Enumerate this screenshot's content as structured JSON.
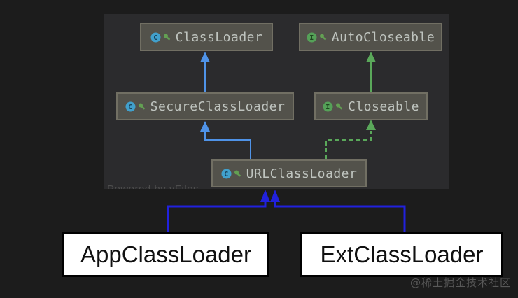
{
  "diagram": {
    "watermark": "Powered by yFiles",
    "nodes": [
      {
        "label": "ClassLoader",
        "kind": "class",
        "badge": "C"
      },
      {
        "label": "AutoCloseable",
        "kind": "interface",
        "badge": "I"
      },
      {
        "label": "SecureClassLoader",
        "kind": "class",
        "badge": "C"
      },
      {
        "label": "Closeable",
        "kind": "interface",
        "badge": "I"
      },
      {
        "label": "URLClassLoader",
        "kind": "class",
        "badge": "C"
      }
    ],
    "edges": [
      {
        "from": "SecureClassLoader",
        "to": "ClassLoader",
        "type": "extends",
        "style": "solid",
        "color": "#4f93e8"
      },
      {
        "from": "Closeable",
        "to": "AutoCloseable",
        "type": "extends",
        "style": "solid",
        "color": "#5aa85a"
      },
      {
        "from": "URLClassLoader",
        "to": "SecureClassLoader",
        "type": "extends",
        "style": "solid",
        "color": "#4f93e8"
      },
      {
        "from": "URLClassLoader",
        "to": "Closeable",
        "type": "implements",
        "style": "dashed",
        "color": "#5aa85a"
      },
      {
        "from": "AppClassLoader",
        "to": "URLClassLoader",
        "type": "extends",
        "style": "solid",
        "color": "#2121dd"
      },
      {
        "from": "ExtClassLoader",
        "to": "URLClassLoader",
        "type": "extends",
        "style": "solid",
        "color": "#2121dd"
      }
    ],
    "colors": {
      "panel_bg": "#2b2b2d",
      "page_bg": "#1c1c1c",
      "node_bg": "#53524b",
      "node_border": "#716f63",
      "node_text": "#bfc4bf",
      "class_icon": "#41a0cc",
      "interface_icon": "#55a158",
      "key_icon": "#63a053",
      "extends_class_edge": "#4f93e8",
      "interface_edge": "#5aa85a",
      "annotation_edge": "#2121dd"
    }
  },
  "annotations": {
    "boxes": [
      {
        "label": "AppClassLoader"
      },
      {
        "label": "ExtClassLoader"
      }
    ]
  },
  "footer": {
    "watermark": "@稀土掘金技术社区"
  }
}
